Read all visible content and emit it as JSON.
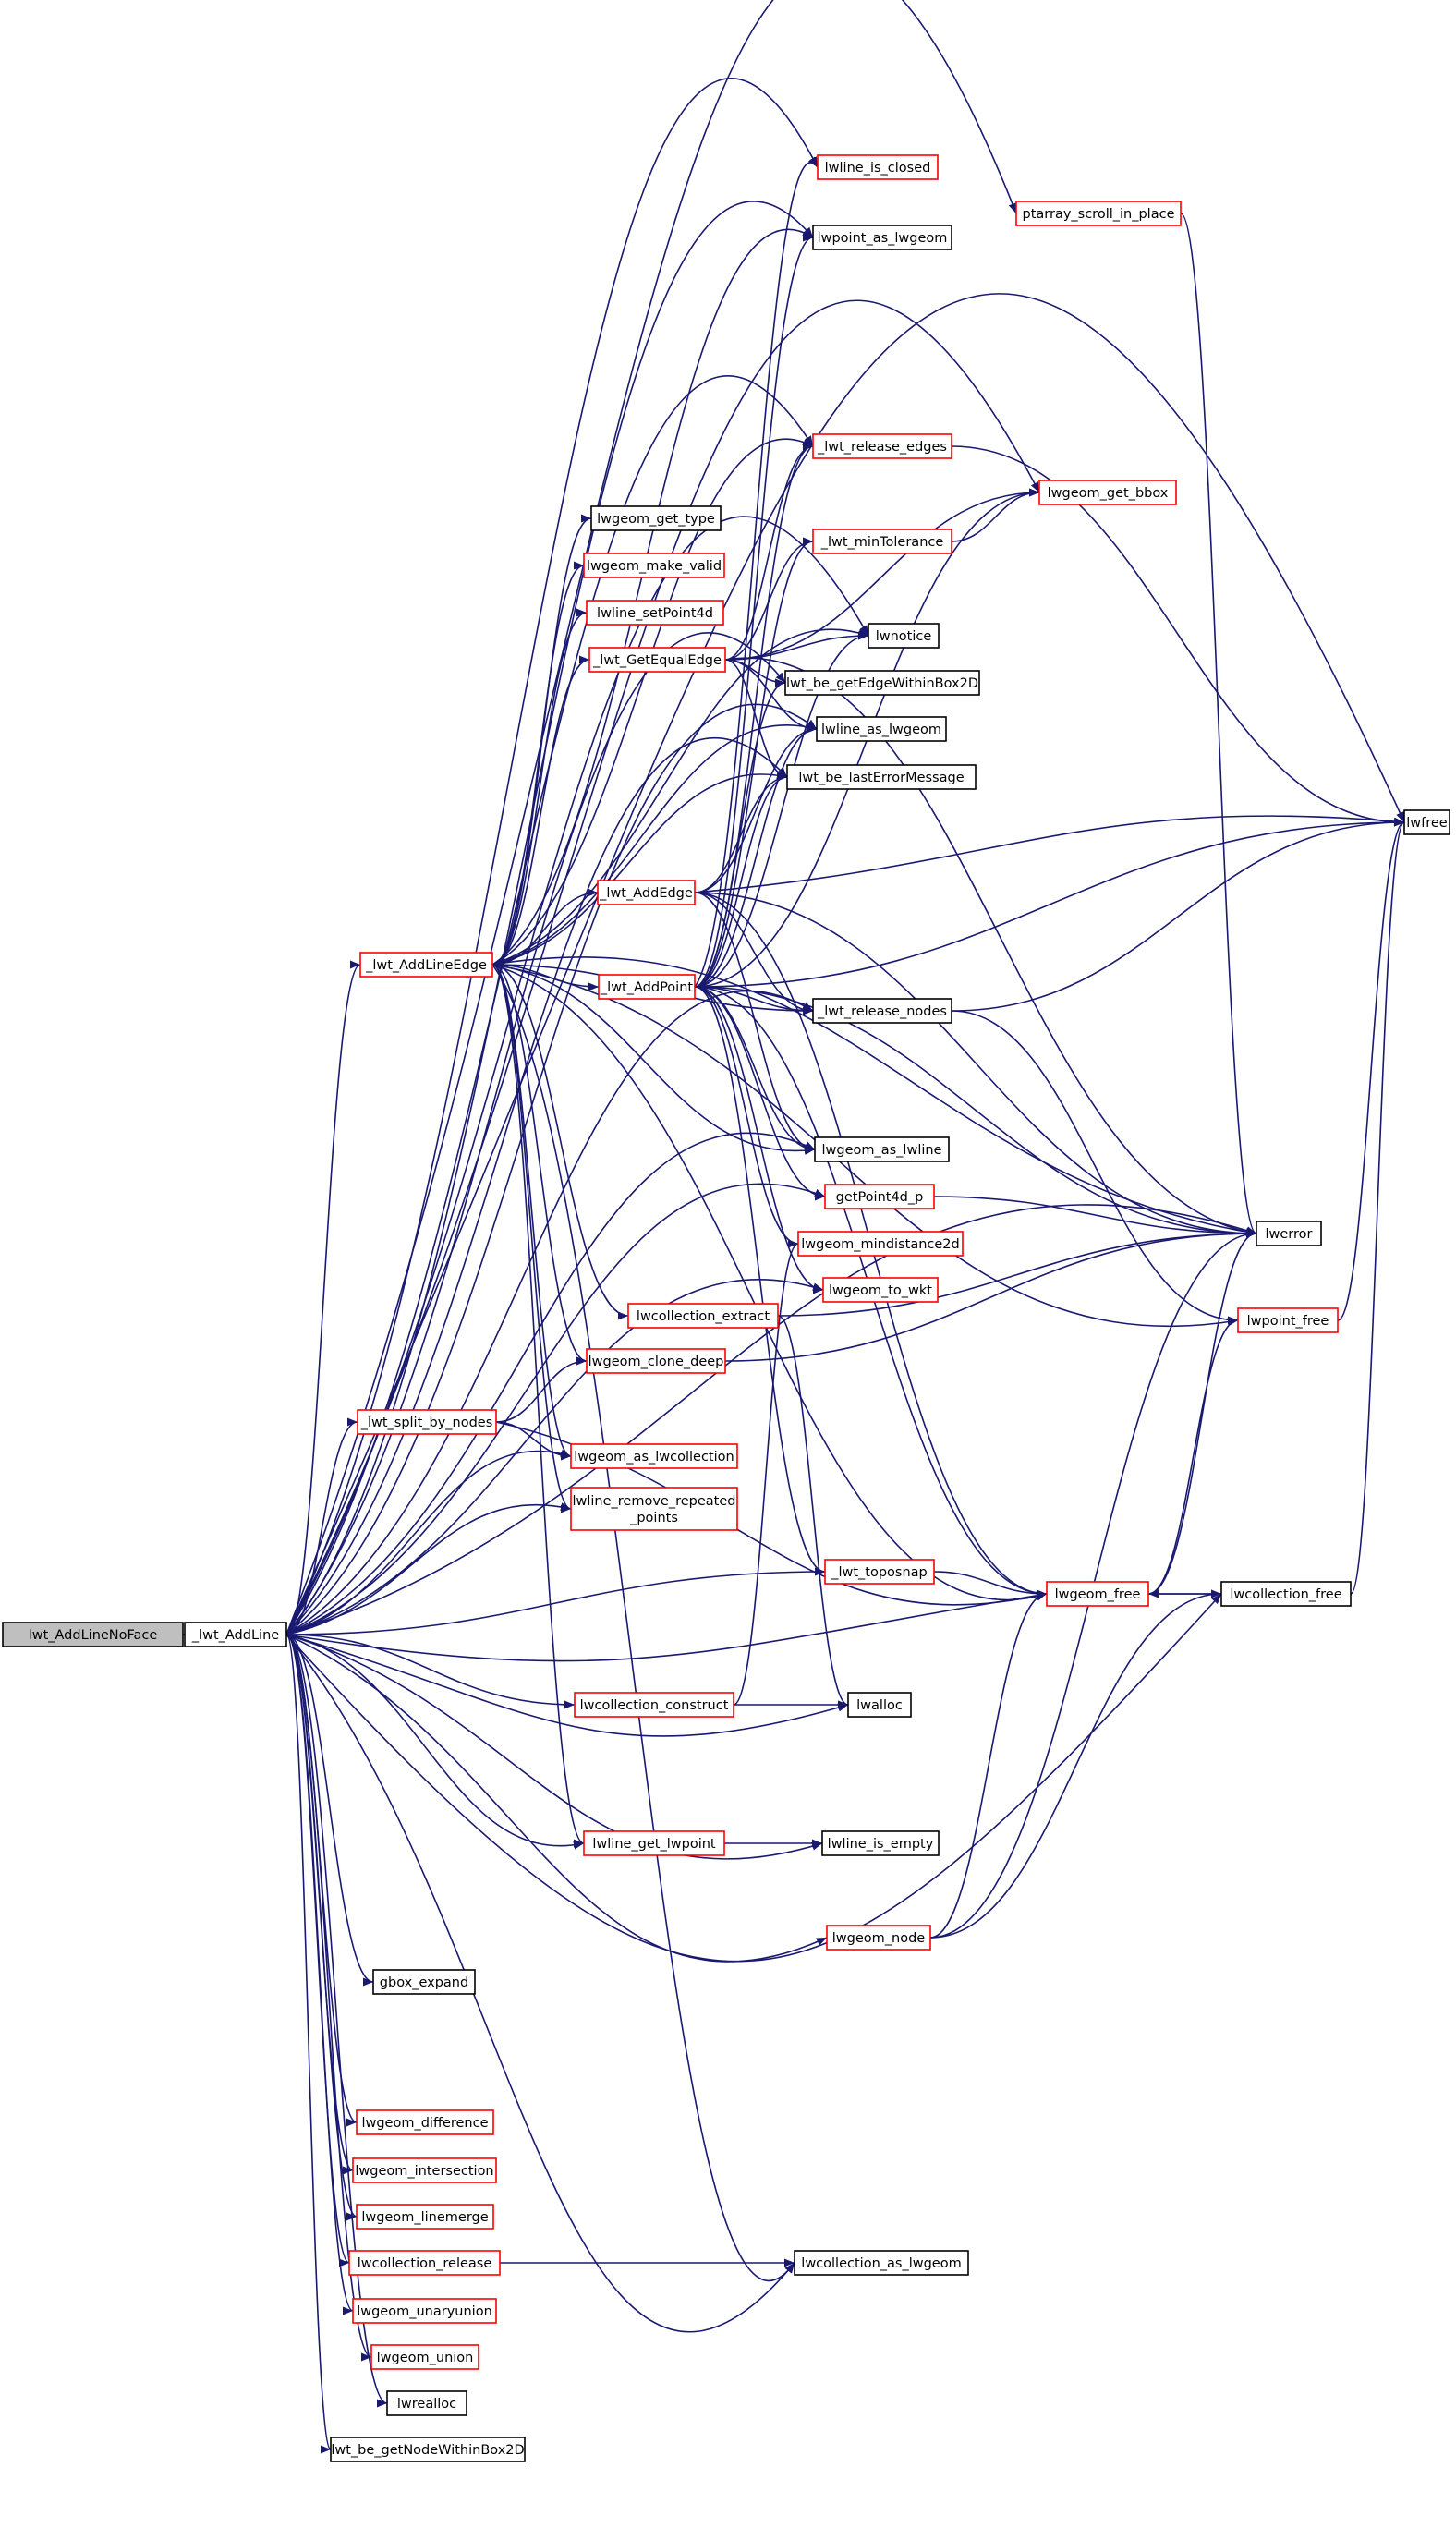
{
  "colors": {
    "edge": "#191970",
    "node_border_red": "#ff0000",
    "node_border_black": "#000000",
    "root_fill": "#bfbfbf",
    "node_fill": "#ffffff"
  },
  "nodes": {
    "root": "lwt_AddLineNoFace",
    "lwt_addline": "_lwt_AddLine",
    "lwfree": "lwfree",
    "lwline_is_closed": "lwline_is_closed",
    "ptarray_scroll_in_place": "ptarray_scroll_in_place",
    "lwpoint_as_lwgeom": "lwpoint_as_lwgeom",
    "lwt_release_edges": "_lwt_release_edges",
    "lwgeom_get_bbox": "lwgeom_get_bbox",
    "lwgeom_get_type": "lwgeom_get_type",
    "lwt_mintolerance": "_lwt_minTolerance",
    "lwgeom_make_valid": "lwgeom_make_valid",
    "lwline_setpoint4d": "lwline_setPoint4d",
    "lwnotice": "lwnotice",
    "lwt_getequaledge": "_lwt_GetEqualEdge",
    "lwt_be_getedgewithinbox2d": "lwt_be_getEdgeWithinBox2D",
    "lwline_as_lwgeom": "lwline_as_lwgeom",
    "lwt_be_lasterrormessage": "lwt_be_lastErrorMessage",
    "lwt_addedge": "_lwt_AddEdge",
    "lwt_addlineedge": "_lwt_AddLineEdge",
    "lwt_addpoint": "_lwt_AddPoint",
    "lwt_release_nodes": "_lwt_release_nodes",
    "lwgeom_as_lwline": "lwgeom_as_lwline",
    "getpoint4d_p": "getPoint4d_p",
    "lwerror": "lwerror",
    "lwgeom_mindistance2d": "lwgeom_mindistance2d",
    "lwgeom_to_wkt": "lwgeom_to_wkt",
    "lwcollection_extract": "lwcollection_extract",
    "lwpoint_free": "lwpoint_free",
    "lwgeom_clone_deep": "lwgeom_clone_deep",
    "lwt_split_by_nodes": "_lwt_split_by_nodes",
    "lwgeom_as_lwcollection": "lwgeom_as_lwcollection",
    "lwline_remove_repeated_points_1": "lwline_remove_repeated",
    "lwline_remove_repeated_points_2": "_points",
    "lwt_toposnap": "_lwt_toposnap",
    "lwgeom_free": "lwgeom_free",
    "lwcollection_free": "lwcollection_free",
    "lwcollection_construct": "lwcollection_construct",
    "lwalloc": "lwalloc",
    "lwline_get_lwpoint": "lwline_get_lwpoint",
    "lwline_is_empty": "lwline_is_empty",
    "lwgeom_node": "lwgeom_node",
    "gbox_expand": "gbox_expand",
    "lwgeom_difference": "lwgeom_difference",
    "lwgeom_intersection": "lwgeom_intersection",
    "lwgeom_linemerge": "lwgeom_linemerge",
    "lwcollection_release": "lwcollection_release",
    "lwcollection_as_lwgeom": "lwcollection_as_lwgeom",
    "lwgeom_unaryunion": "lwgeom_unaryunion",
    "lwgeom_union": "lwgeom_union",
    "lwrealloc": "lwrealloc",
    "lwt_be_getnodewithinbox2d": "lwt_be_getNodeWithinBox2D"
  }
}
